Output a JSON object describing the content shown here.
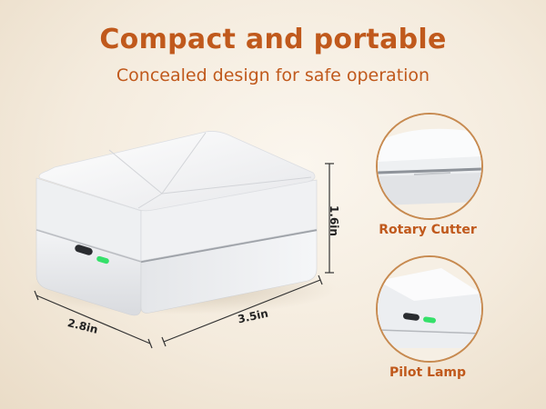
{
  "header": {
    "title": "Compact and portable",
    "subtitle": "Concealed design for safe operation"
  },
  "dimensions": {
    "width": "2.8in",
    "depth": "3.5in",
    "height": "1.6in"
  },
  "features": [
    {
      "label": "Rotary Cutter",
      "icon": "rotary-cutter-zoom"
    },
    {
      "label": "Pilot Lamp",
      "icon": "pilot-lamp-zoom"
    }
  ],
  "colors": {
    "accent": "#c0591c",
    "ring": "#c78a50",
    "lamp": "#35e06a"
  }
}
